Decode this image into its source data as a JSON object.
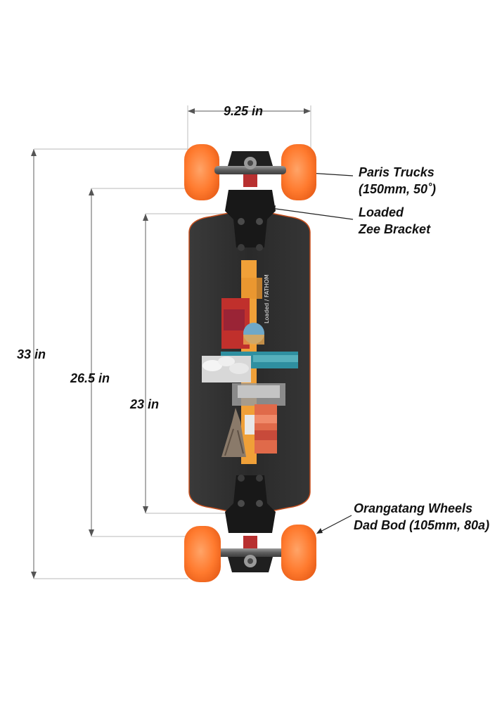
{
  "dimensions": {
    "deck_width": "9.25 in",
    "overall_length": "33 in",
    "wheelbase": "26.5 in",
    "truck_mount_span": "23 in"
  },
  "callouts": {
    "trucks": {
      "line1": "Paris Trucks",
      "line2": "(150mm, 50˚)"
    },
    "bracket": {
      "line1": "Loaded",
      "line2": "Zee Bracket"
    },
    "wheels": {
      "line1": "Orangatang Wheels",
      "line2": "Dad Bod (105mm, 80a)"
    }
  },
  "deck_graphic": {
    "brand_text": "Loaded / FATHOM"
  },
  "colors": {
    "wheel": "#ff7a2e",
    "wheel_shade": "#f0601a",
    "deck": "#2c2c2c",
    "deck_edge": "#c8501e",
    "dimension_line": "#777777",
    "text": "#111111"
  }
}
